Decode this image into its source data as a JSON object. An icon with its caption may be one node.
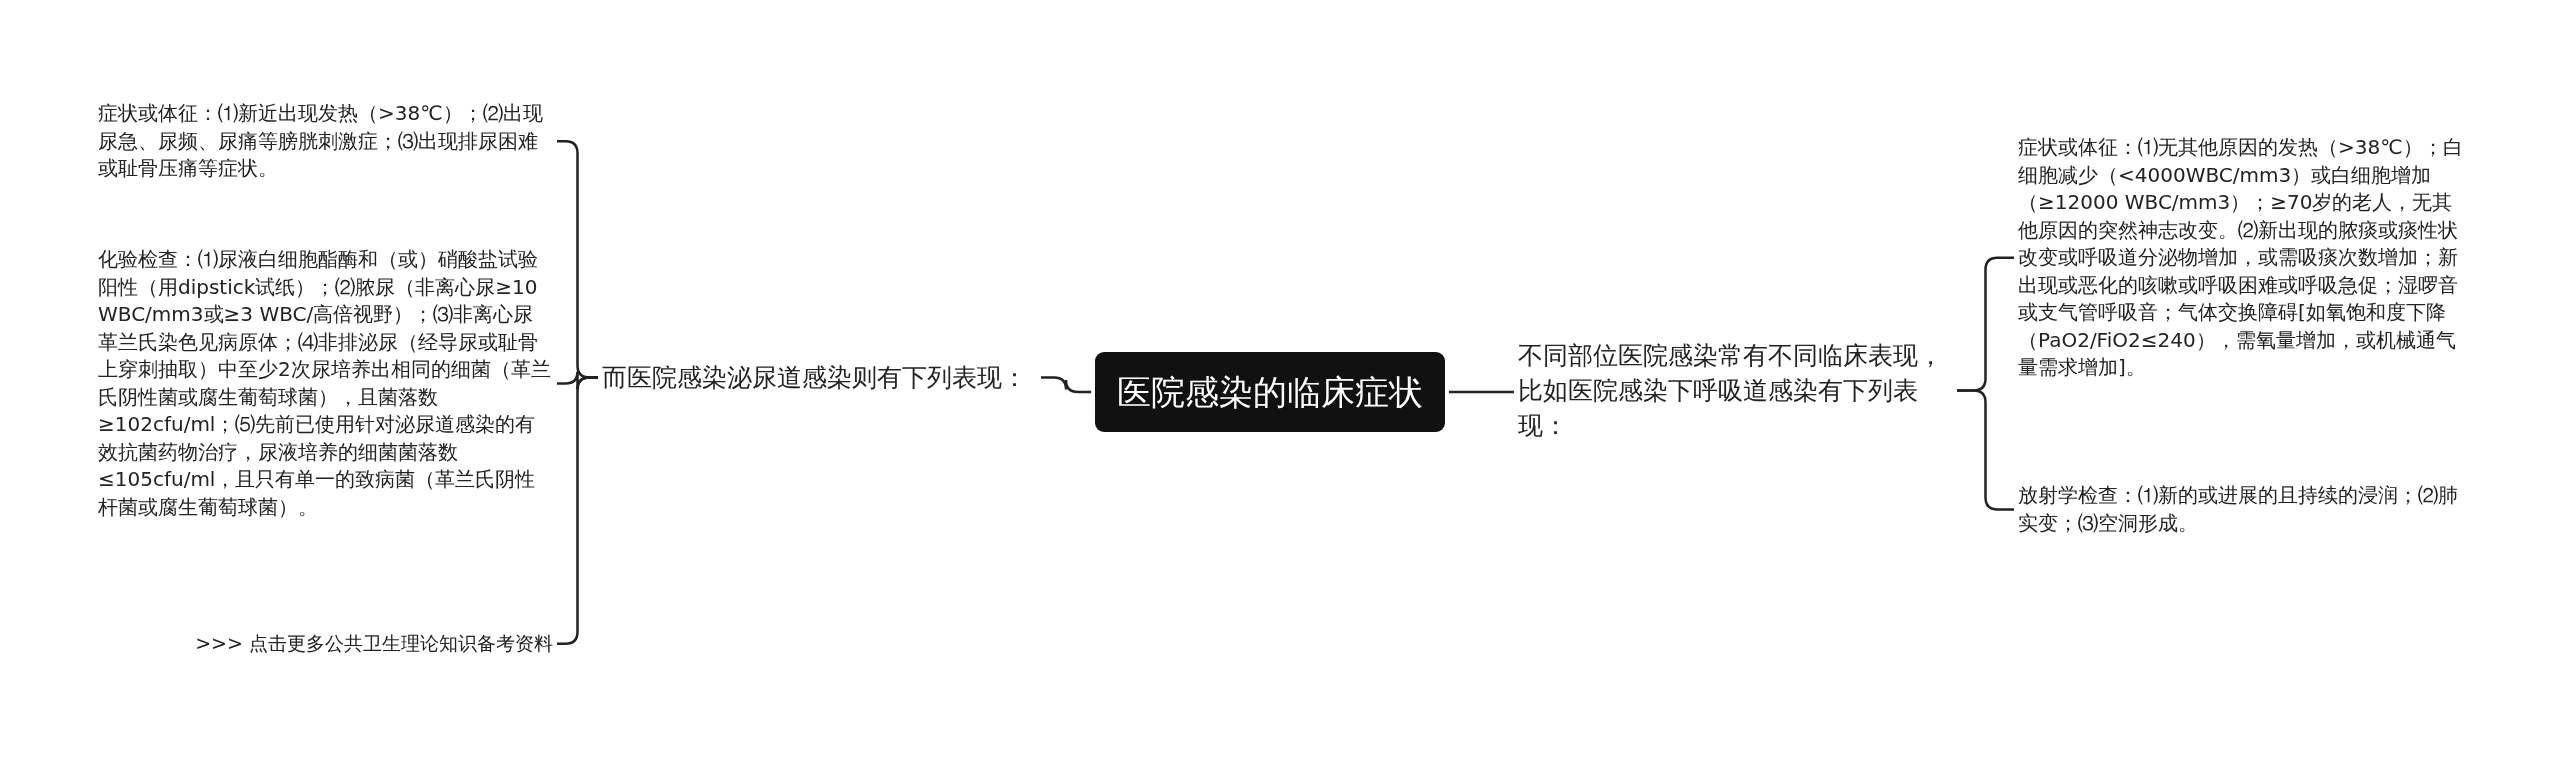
{
  "diagram": {
    "nodes": [
      {
        "text": [
          "医院感染的临床症状"
        ]
      },
      {
        "text": [
          "而医院感染泌尿道感染则有下列表现："
        ]
      },
      {
        "text": [
          "症状或体征：⑴新近出现发热（>38℃）；⑵出现尿急、尿频、尿痛等膀胱刺激症；⑶出现排尿困难或耻骨压痛等症状。"
        ]
      },
      {
        "text": [
          "化验检查：⑴尿液白细胞酯酶和（或）硝酸盐试验阳性（用dipstick试纸）；⑵脓尿（非离心尿≥10 WBC/mm3或≥3 WBC/高倍视野）；⑶非离心尿革兰氏染色见病原体；⑷非排泌尿（经导尿或耻骨上穿刺抽取）中至少2次尿培养出相同的细菌（革兰氏阴性菌或腐生葡萄球菌），且菌落数≥102cfu/ml；⑸先前已使用针对泌尿道感染的有效抗菌药物治疗，尿液培养的细菌菌落数≤105cfu/ml，且只有单一的致病菌（革兰氏阴性杆菌或腐生葡萄球菌）。"
        ]
      },
      {
        "text": [
          ">>> 点击更多公共卫生理论知识备考资料"
        ]
      },
      {
        "text": [
          "不同部位医院感染常有不同临床表现，比如医院感染下呼吸道感染有下列表现："
        ]
      },
      {
        "text": [
          "症状或体征：⑴无其他原因的发热（>38℃）；白细胞减少（<4000WBC/mm3）或白细胞增加（≥12000 WBC/mm3）；≥70岁的老人，无其他原因的突然神志改变。⑵新出现的脓痰或痰性状改变或呼吸道分泌物增加，或需吸痰次数增加；新出现或恶化的咳嗽或呼吸困难或呼吸急促；湿啰音或支气管呼吸音；气体交换障碍[如氧饱和度下降（PaO2/FiO2≤240），需氧量增加，或机械通气量需求增加]。"
        ]
      },
      {
        "text": [
          "放射学检查：⑴新的或进展的且持续的浸润；⑵肺实变；⑶空洞形成。"
        ]
      }
    ],
    "edges": [
      {
        "from": 0,
        "to": 1,
        "arrow": "none"
      },
      {
        "from": 1,
        "to": 2,
        "arrow": "none"
      },
      {
        "from": 1,
        "to": 3,
        "arrow": "none"
      },
      {
        "from": 1,
        "to": 4,
        "arrow": "none"
      },
      {
        "from": 0,
        "to": 5,
        "arrow": "none"
      },
      {
        "from": 5,
        "to": 6,
        "arrow": "none"
      },
      {
        "from": 5,
        "to": 7,
        "arrow": "none"
      }
    ]
  }
}
